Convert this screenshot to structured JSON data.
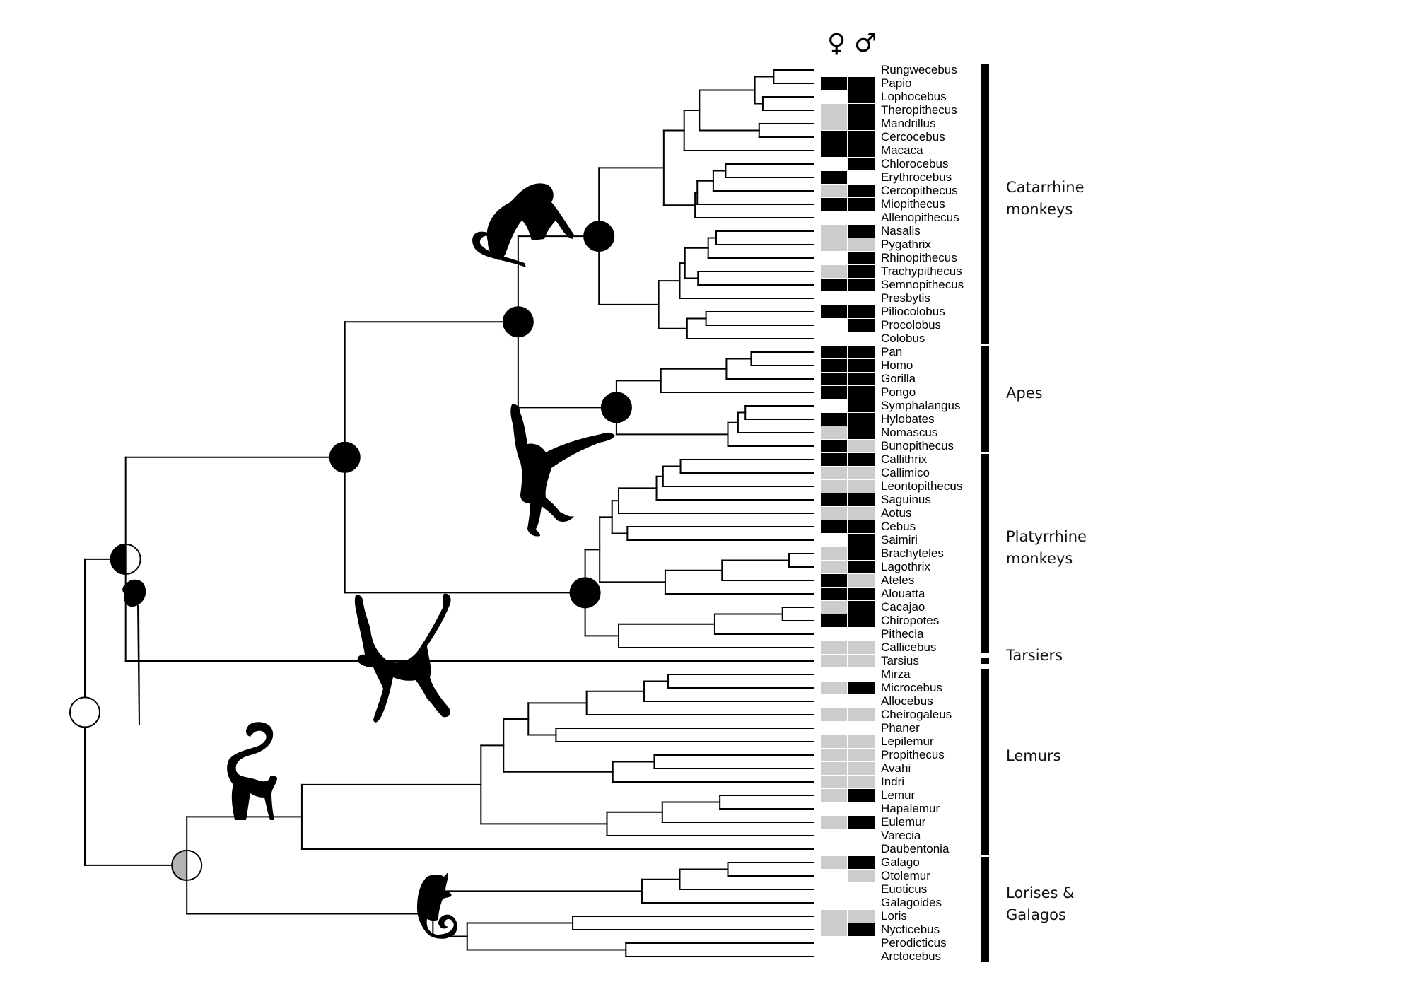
{
  "legend": {
    "female_symbol": "♀",
    "male_symbol": "♂"
  },
  "state_colors": {
    "black": "#000000",
    "gray": "#cccccc",
    "none": "#ffffff"
  },
  "marker_colors": {
    "black": "#000000",
    "gray": "#b3b3b3",
    "white": "#ffffff"
  },
  "taxa": [
    {
      "name": "Rungwecebus",
      "female": "none",
      "male": "none"
    },
    {
      "name": "Papio",
      "female": "black",
      "male": "black"
    },
    {
      "name": "Lophocebus",
      "female": "none",
      "male": "black"
    },
    {
      "name": "Theropithecus",
      "female": "gray",
      "male": "black"
    },
    {
      "name": "Mandrillus",
      "female": "gray",
      "male": "black"
    },
    {
      "name": "Cercocebus",
      "female": "black",
      "male": "black"
    },
    {
      "name": "Macaca",
      "female": "black",
      "male": "black"
    },
    {
      "name": "Chlorocebus",
      "female": "none",
      "male": "black"
    },
    {
      "name": "Erythrocebus",
      "female": "black",
      "male": "none"
    },
    {
      "name": "Cercopithecus",
      "female": "gray",
      "male": "black"
    },
    {
      "name": "Miopithecus",
      "female": "black",
      "male": "black"
    },
    {
      "name": "Allenopithecus",
      "female": "none",
      "male": "none"
    },
    {
      "name": "Nasalis",
      "female": "gray",
      "male": "black"
    },
    {
      "name": "Pygathrix",
      "female": "gray",
      "male": "gray"
    },
    {
      "name": "Rhinopithecus",
      "female": "none",
      "male": "black"
    },
    {
      "name": "Trachypithecus",
      "female": "gray",
      "male": "black"
    },
    {
      "name": "Semnopithecus",
      "female": "black",
      "male": "black"
    },
    {
      "name": "Presbytis",
      "female": "none",
      "male": "none"
    },
    {
      "name": "Piliocolobus",
      "female": "black",
      "male": "black"
    },
    {
      "name": "Procolobus",
      "female": "none",
      "male": "black"
    },
    {
      "name": "Colobus",
      "female": "none",
      "male": "none"
    },
    {
      "name": "Pan",
      "female": "black",
      "male": "black"
    },
    {
      "name": "Homo",
      "female": "black",
      "male": "black"
    },
    {
      "name": "Gorilla",
      "female": "black",
      "male": "black"
    },
    {
      "name": "Pongo",
      "female": "black",
      "male": "black"
    },
    {
      "name": "Symphalangus",
      "female": "none",
      "male": "black"
    },
    {
      "name": "Hylobates",
      "female": "black",
      "male": "black"
    },
    {
      "name": "Nomascus",
      "female": "gray",
      "male": "black"
    },
    {
      "name": "Bunopithecus",
      "female": "black",
      "male": "gray"
    },
    {
      "name": "Callithrix",
      "female": "black",
      "male": "black"
    },
    {
      "name": "Callimico",
      "female": "gray",
      "male": "gray"
    },
    {
      "name": "Leontopithecus",
      "female": "gray",
      "male": "gray"
    },
    {
      "name": "Saguinus",
      "female": "black",
      "male": "black"
    },
    {
      "name": "Aotus",
      "female": "gray",
      "male": "gray"
    },
    {
      "name": "Cebus",
      "female": "black",
      "male": "black"
    },
    {
      "name": "Saimiri",
      "female": "none",
      "male": "black"
    },
    {
      "name": "Brachyteles",
      "female": "gray",
      "male": "black"
    },
    {
      "name": "Lagothrix",
      "female": "gray",
      "male": "black"
    },
    {
      "name": "Ateles",
      "female": "black",
      "male": "gray"
    },
    {
      "name": "Alouatta",
      "female": "black",
      "male": "black"
    },
    {
      "name": "Cacajao",
      "female": "gray",
      "male": "black"
    },
    {
      "name": "Chiropotes",
      "female": "black",
      "male": "black"
    },
    {
      "name": "Pithecia",
      "female": "none",
      "male": "none"
    },
    {
      "name": "Callicebus",
      "female": "gray",
      "male": "gray"
    },
    {
      "name": "Tarsius",
      "female": "gray",
      "male": "gray"
    },
    {
      "name": "Mirza",
      "female": "none",
      "male": "none"
    },
    {
      "name": "Microcebus",
      "female": "gray",
      "male": "black"
    },
    {
      "name": "Allocebus",
      "female": "none",
      "male": "none"
    },
    {
      "name": "Cheirogaleus",
      "female": "gray",
      "male": "gray"
    },
    {
      "name": "Phaner",
      "female": "none",
      "male": "none"
    },
    {
      "name": "Lepilemur",
      "female": "gray",
      "male": "gray"
    },
    {
      "name": "Propithecus",
      "female": "gray",
      "male": "gray"
    },
    {
      "name": "Avahi",
      "female": "gray",
      "male": "gray"
    },
    {
      "name": "Indri",
      "female": "gray",
      "male": "gray"
    },
    {
      "name": "Lemur",
      "female": "gray",
      "male": "black"
    },
    {
      "name": "Hapalemur",
      "female": "none",
      "male": "none"
    },
    {
      "name": "Eulemur",
      "female": "gray",
      "male": "black"
    },
    {
      "name": "Varecia",
      "female": "none",
      "male": "none"
    },
    {
      "name": "Daubentonia",
      "female": "none",
      "male": "none"
    },
    {
      "name": "Galago",
      "female": "gray",
      "male": "black"
    },
    {
      "name": "Otolemur",
      "female": "none",
      "male": "gray"
    },
    {
      "name": "Euoticus",
      "female": "none",
      "male": "none"
    },
    {
      "name": "Galagoides",
      "female": "none",
      "male": "none"
    },
    {
      "name": "Loris",
      "female": "gray",
      "male": "gray"
    },
    {
      "name": "Nycticebus",
      "female": "gray",
      "male": "black"
    },
    {
      "name": "Perodicticus",
      "female": "none",
      "male": "none"
    },
    {
      "name": "Arctocebus",
      "female": "none",
      "male": "none"
    }
  ],
  "clades": [
    {
      "label_lines": [
        "Catarrhine",
        "monkeys"
      ],
      "first": 0,
      "last": 20
    },
    {
      "label_lines": [
        "Apes"
      ],
      "first": 21,
      "last": 28
    },
    {
      "label_lines": [
        "Platyrrhine",
        "monkeys"
      ],
      "first": 29,
      "last": 43
    },
    {
      "label_lines": [
        "Tarsiers"
      ],
      "first": 44,
      "last": 44
    },
    {
      "label_lines": [
        "Lemurs"
      ],
      "first": 45,
      "last": 58
    },
    {
      "label_lines": [
        "Lorises &",
        "Galagos"
      ],
      "first": 59,
      "last": 66
    }
  ],
  "tree": {
    "age": 100,
    "marker": "white",
    "children": [
      {
        "age": 94.4,
        "marker": "half-black",
        "children": [
          {
            "age": 64.3,
            "marker": "black",
            "children": [
              {
                "age": 40.5,
                "marker": "black",
                "children": [
                  {
                    "age": 29.4,
                    "marker": "black",
                    "children": [
                      {
                        "age": 20.5,
                        "children": [
                          {
                            "age": 17.7,
                            "children": [
                              {
                                "age": 15.6,
                                "children": [
                                  {
                                    "age": 8.0,
                                    "children": [
                                      {
                                        "age": 5.4,
                                        "children": [
                                          0,
                                          1
                                        ]
                                      },
                                      {
                                        "age": 6.9,
                                        "children": [
                                          2,
                                          3
                                        ]
                                      }
                                    ]
                                  },
                                  {
                                    "age": 7.4,
                                    "children": [
                                      4,
                                      5
                                    ]
                                  }
                                ]
                              },
                              6
                            ]
                          },
                          {
                            "age": 16.2,
                            "children": [
                              {
                                "age": 15.9,
                                "children": [
                                  {
                                    "age": 13.7,
                                    "children": [
                                      {
                                        "age": 12.0,
                                        "children": [
                                          7,
                                          8
                                        ]
                                      },
                                      9
                                    ]
                                  },
                                  10
                                ]
                              },
                              11
                            ]
                          }
                        ]
                      },
                      {
                        "age": 21.2,
                        "children": [
                          {
                            "age": 18.3,
                            "children": [
                              {
                                "age": 17.6,
                                "children": [
                                  {
                                    "age": 14.4,
                                    "children": [
                                      {
                                        "age": 13.3,
                                        "children": [
                                          12,
                                          13
                                        ]
                                      },
                                      14
                                    ]
                                  },
                                  {
                                    "age": 15.8,
                                    "children": [
                                      15,
                                      16
                                    ]
                                  }
                                ]
                              },
                              17
                            ]
                          },
                          {
                            "age": 17.3,
                            "children": [
                              {
                                "age": 14.7,
                                "children": [
                                  18,
                                  19
                                ]
                              },
                              20
                            ]
                          }
                        ]
                      }
                    ]
                  },
                  {
                    "age": 27.0,
                    "marker": "black",
                    "children": [
                      {
                        "age": 20.9,
                        "children": [
                          {
                            "age": 11.9,
                            "children": [
                              {
                                "age": 8.5,
                                "children": [
                                  21,
                                  22
                                ]
                              },
                              23
                            ]
                          },
                          24
                        ]
                      },
                      {
                        "age": 11.7,
                        "children": [
                          {
                            "age": 10.3,
                            "children": [
                              {
                                "age": 9.3,
                                "children": [
                                  25,
                                  26
                                ]
                              },
                              27
                            ]
                          },
                          28
                        ]
                      }
                    ]
                  }
                ]
              },
              {
                "age": 31.3,
                "marker": "black",
                "children": [
                  {
                    "age": 29.3,
                    "children": [
                      {
                        "age": 27.6,
                        "children": [
                          {
                            "age": 26.7,
                            "children": [
                              {
                                "age": 21.5,
                                "children": [
                                  {
                                    "age": 20.6,
                                    "children": [
                                      {
                                        "age": 18.2,
                                        "children": [
                                          29,
                                          30
                                        ]
                                      },
                                      31
                                    ]
                                  },
                                  32
                                ]
                              },
                              33
                            ]
                          },
                          {
                            "age": 25.5,
                            "children": [
                              34,
                              35
                            ]
                          }
                        ]
                      },
                      {
                        "age": 20.3,
                        "children": [
                          {
                            "age": 12.5,
                            "children": [
                              {
                                "age": 3.3,
                                "children": [
                                  36,
                                  37
                                ]
                              },
                              38
                            ]
                          },
                          39
                        ]
                      }
                    ]
                  },
                  {
                    "age": 26.7,
                    "children": [
                      {
                        "age": 13.5,
                        "children": [
                          {
                            "age": 4.2,
                            "children": [
                              40,
                              41
                            ]
                          },
                          42
                        ]
                      },
                      43
                    ]
                  }
                ]
              }
            ]
          },
          44
        ]
      },
      {
        "age": 86.0,
        "marker": "half-gray",
        "children": [
          {
            "age": 70.2,
            "children": [
              {
                "age": 45.6,
                "children": [
                  {
                    "age": 42.5,
                    "children": [
                      {
                        "age": 39.1,
                        "children": [
                          {
                            "age": 31.1,
                            "children": [
                              {
                                "age": 23.2,
                                "children": [
                                  {
                                    "age": 19.9,
                                    "children": [
                                      45,
                                      46
                                    ]
                                  },
                                  47
                                ]
                              },
                              48
                            ]
                          },
                          {
                            "age": 35.3,
                            "children": [
                              49,
                              50
                            ]
                          }
                        ]
                      },
                      {
                        "age": 27.5,
                        "children": [
                          {
                            "age": 21.8,
                            "children": [
                              51,
                              52
                            ]
                          },
                          53
                        ]
                      }
                    ]
                  },
                  {
                    "age": 28.3,
                    "children": [
                      {
                        "age": 20.7,
                        "children": [
                          {
                            "age": 12.8,
                            "children": [
                              54,
                              55
                            ]
                          },
                          56
                        ]
                      },
                      57
                    ]
                  }
                ]
              },
              58
            ]
          },
          {
            "age": 52.2,
            "children": [
              {
                "age": 23.5,
                "children": [
                  {
                    "age": 18.3,
                    "children": [
                      {
                        "age": 11.7,
                        "children": [
                          59,
                          60
                        ]
                      },
                      61
                    ]
                  },
                  62
                ]
              },
              {
                "age": 47.5,
                "children": [
                  {
                    "age": 33.0,
                    "children": [
                      63,
                      64
                    ]
                  },
                  {
                    "age": 25.7,
                    "children": [
                      65,
                      66
                    ]
                  }
                ]
              }
            ]
          }
        ]
      }
    ]
  }
}
